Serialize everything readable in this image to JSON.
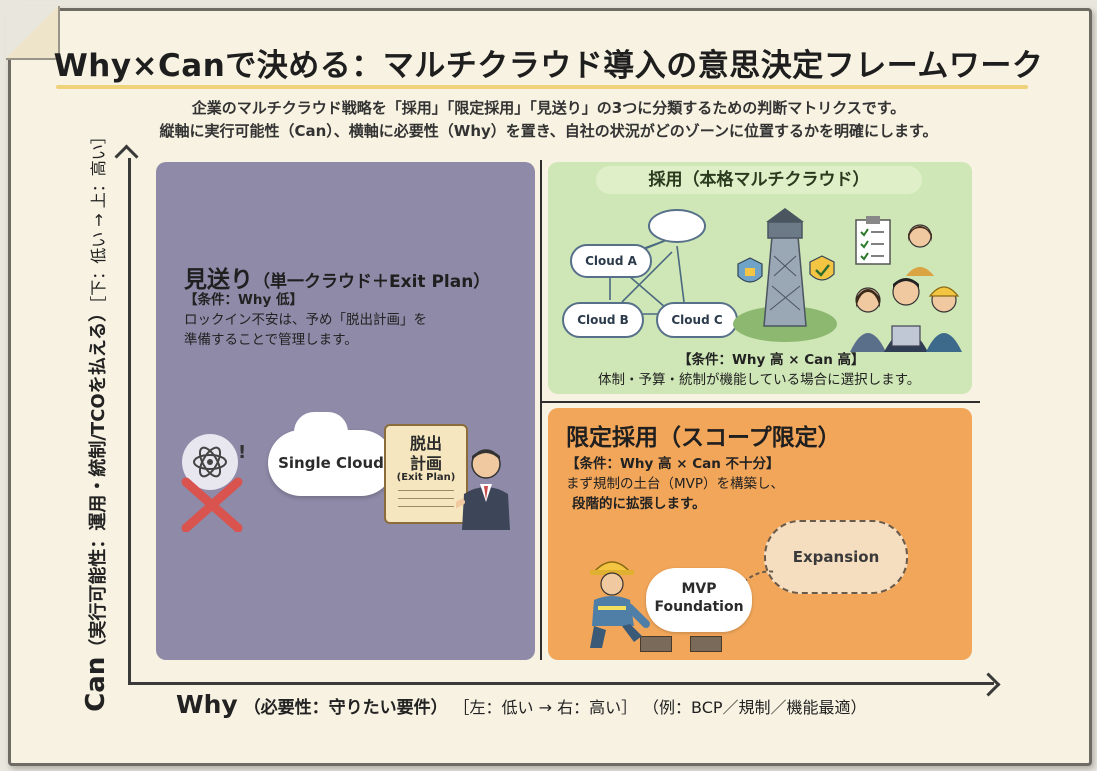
{
  "title": "Why×Canで決める：マルチクラウド導入の意思決定フレームワーク",
  "subtitle": {
    "line1": "企業のマルチクラウド戦略を「採用」「限定採用」「見送り」の3つに分類するための判断マトリクスです。",
    "line2": "縦軸に実行可能性（Can）、横軸に必要性（Why）を置き、自社の状況がどのゾーンに位置するかを明確にします。"
  },
  "y_axis": {
    "main": "Can",
    "desc": "（実行可能性：運用・統制/TCOを払える）",
    "range": "［下：低い → 上：高い］"
  },
  "x_axis": {
    "main": "Why",
    "desc": "（必要性：守りたい要件）",
    "range": "［左：低い → 右：高い］",
    "example": "（例：BCP／規制／機能最適）"
  },
  "quadrants": {
    "skip": {
      "title": "見送り",
      "title_sub": "（単一クラウド＋Exit Plan）",
      "condition": "【条件：Why 低】",
      "desc1": "ロックイン不安は、予め「脱出計画」を",
      "desc2": "準備することで管理します。",
      "cloud_label": "Single Cloud",
      "scroll_title1": "脱出",
      "scroll_title2": "計画",
      "scroll_sub": "(Exit Plan)"
    },
    "adopt": {
      "title": "採用（本格マルチクラウド）",
      "clouds": [
        "Cloud A",
        "Cloud B",
        "Cloud C"
      ],
      "condition": "【条件：Why 高 × Can 高】",
      "desc": "体制・予算・統制が機能している場合に選択します。"
    },
    "limited": {
      "title": "限定採用（スコープ限定）",
      "condition": "【条件：Why 高 × Can 不十分】",
      "desc1": "まず規制の土台（MVP）を構築し、",
      "desc2": "段階的に拡張します。",
      "mvp_line1": "MVP",
      "mvp_line2": "Foundation",
      "expansion": "Expansion"
    }
  },
  "colors": {
    "skip_bg": "#8f8aa8",
    "adopt_bg": "#cfe6b6",
    "limited_bg": "#f2a65a"
  }
}
